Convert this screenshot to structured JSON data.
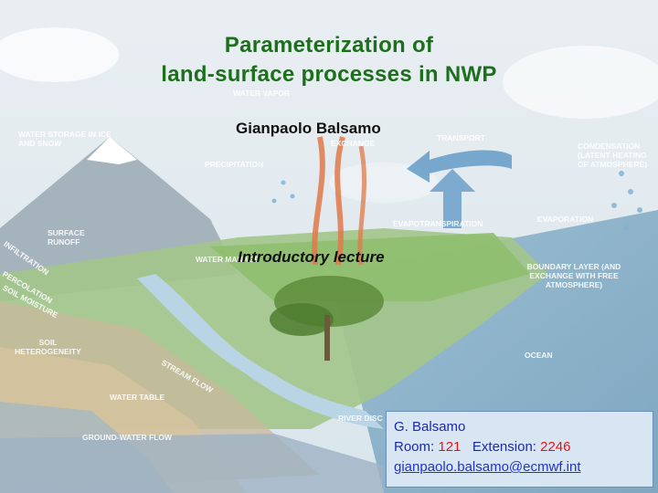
{
  "slide": {
    "title_line1": "Parameterization of",
    "title_line2": "land-surface processes in NWP",
    "author": "Gianpaolo Balsamo",
    "subtitle": "Introductory lecture"
  },
  "diagram_labels": {
    "water_vapor": "WATER VAPOR",
    "water_storage": "WATER STORAGE IN ICE AND SNOW",
    "exchange": "EXCHANGE",
    "transport": "TRANSPORT",
    "condensation": "CONDENSATION (LATENT HEATING OF ATMOSPHERE)",
    "precipitation": "PRECIPITATION",
    "surface_runoff": "SURFACE RUNOFF",
    "infiltration": "INFILTRATION",
    "evapotranspiration": "EVAPOTRANSPIRATION",
    "evaporation": "EVAPORATION",
    "water_management": "WATER MANAGE",
    "percolation": "PERCOLATION",
    "soil_moisture": "SOIL MOISTURE",
    "boundary_layer": "BOUNDARY LAYER (AND EXCHANGE WITH FREE ATMOSPHERE)",
    "soil_heterogeneity": "SOIL HETEROGENEITY",
    "ocean": "OCEAN",
    "stream_flow": "STREAM FLOW",
    "water_table": "WATER TABLE",
    "river_discharge": "RIVER DISC",
    "groundwater_flow": "GROUND-WATER FLOW"
  },
  "contact": {
    "name_initial": "G.",
    "name": "Balsamo",
    "room_label": "Room:",
    "room": "121",
    "ext_label": "Extension:",
    "ext": "2246",
    "email": "gianpaolo.balsamo@ecmwf.int"
  }
}
